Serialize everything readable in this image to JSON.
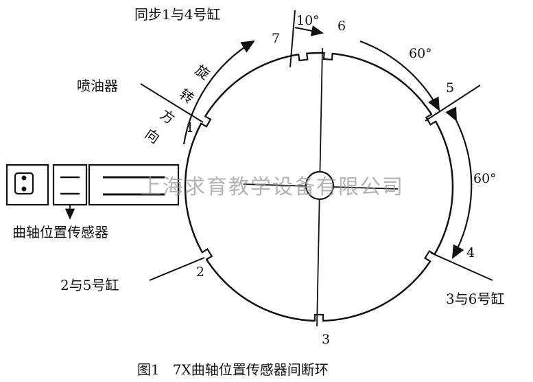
{
  "labels": {
    "sync_1_4": "同步1与4号缸",
    "angle_10": "10°",
    "angle_60_top": "60°",
    "angle_60_right": "60°",
    "injector": "喷油器",
    "rotation_chars": [
      "旋",
      "转",
      "方",
      "向"
    ],
    "sensor": "曲轴位置传感器",
    "cyl_2_5": "2与5号缸",
    "cyl_3_6": "3与6号缸",
    "watermark": "上海求育教学设备有限公司",
    "caption": "图1   7X曲轴位置传感器间断环"
  },
  "notches": [
    {
      "id": "1",
      "label": "1",
      "angle_deg": 150
    },
    {
      "id": "2",
      "label": "2",
      "angle_deg": 211
    },
    {
      "id": "3",
      "label": "3",
      "angle_deg": 270
    },
    {
      "id": "4",
      "label": "4",
      "angle_deg": 328
    },
    {
      "id": "5",
      "label": "5",
      "angle_deg": 31
    },
    {
      "id": "6",
      "label": "6",
      "angle_deg": 86
    },
    {
      "id": "7",
      "label": "7",
      "angle_deg": 97
    }
  ]
}
